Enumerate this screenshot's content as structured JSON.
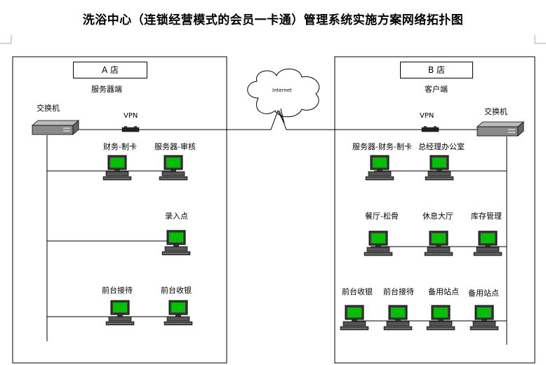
{
  "title": "洗浴中心（连锁经营模式的会员一卡通）管理系统实施方案网络拓扑图",
  "cloud_label": "Internet",
  "store_a": {
    "name": "A 店",
    "role": "服务器端",
    "switch_label": "交换机",
    "vpn_label": "VPN",
    "computers": [
      "财务-制卡",
      "服务器-审核",
      "录入点",
      "前台接待",
      "前台收银"
    ]
  },
  "store_b": {
    "name": "B 店",
    "role": "客户端",
    "switch_label": "交换机",
    "vpn_label": "VPN",
    "computers": [
      "服务器-财务-制卡",
      "总经理办公室",
      "餐厅-松骨",
      "休息大厅",
      "库存管理",
      "前台收银",
      "前台接待",
      "备用站点",
      "备用站点"
    ]
  },
  "colors": {
    "screen": "#00c000",
    "line": "#000000",
    "device": "#555555"
  }
}
